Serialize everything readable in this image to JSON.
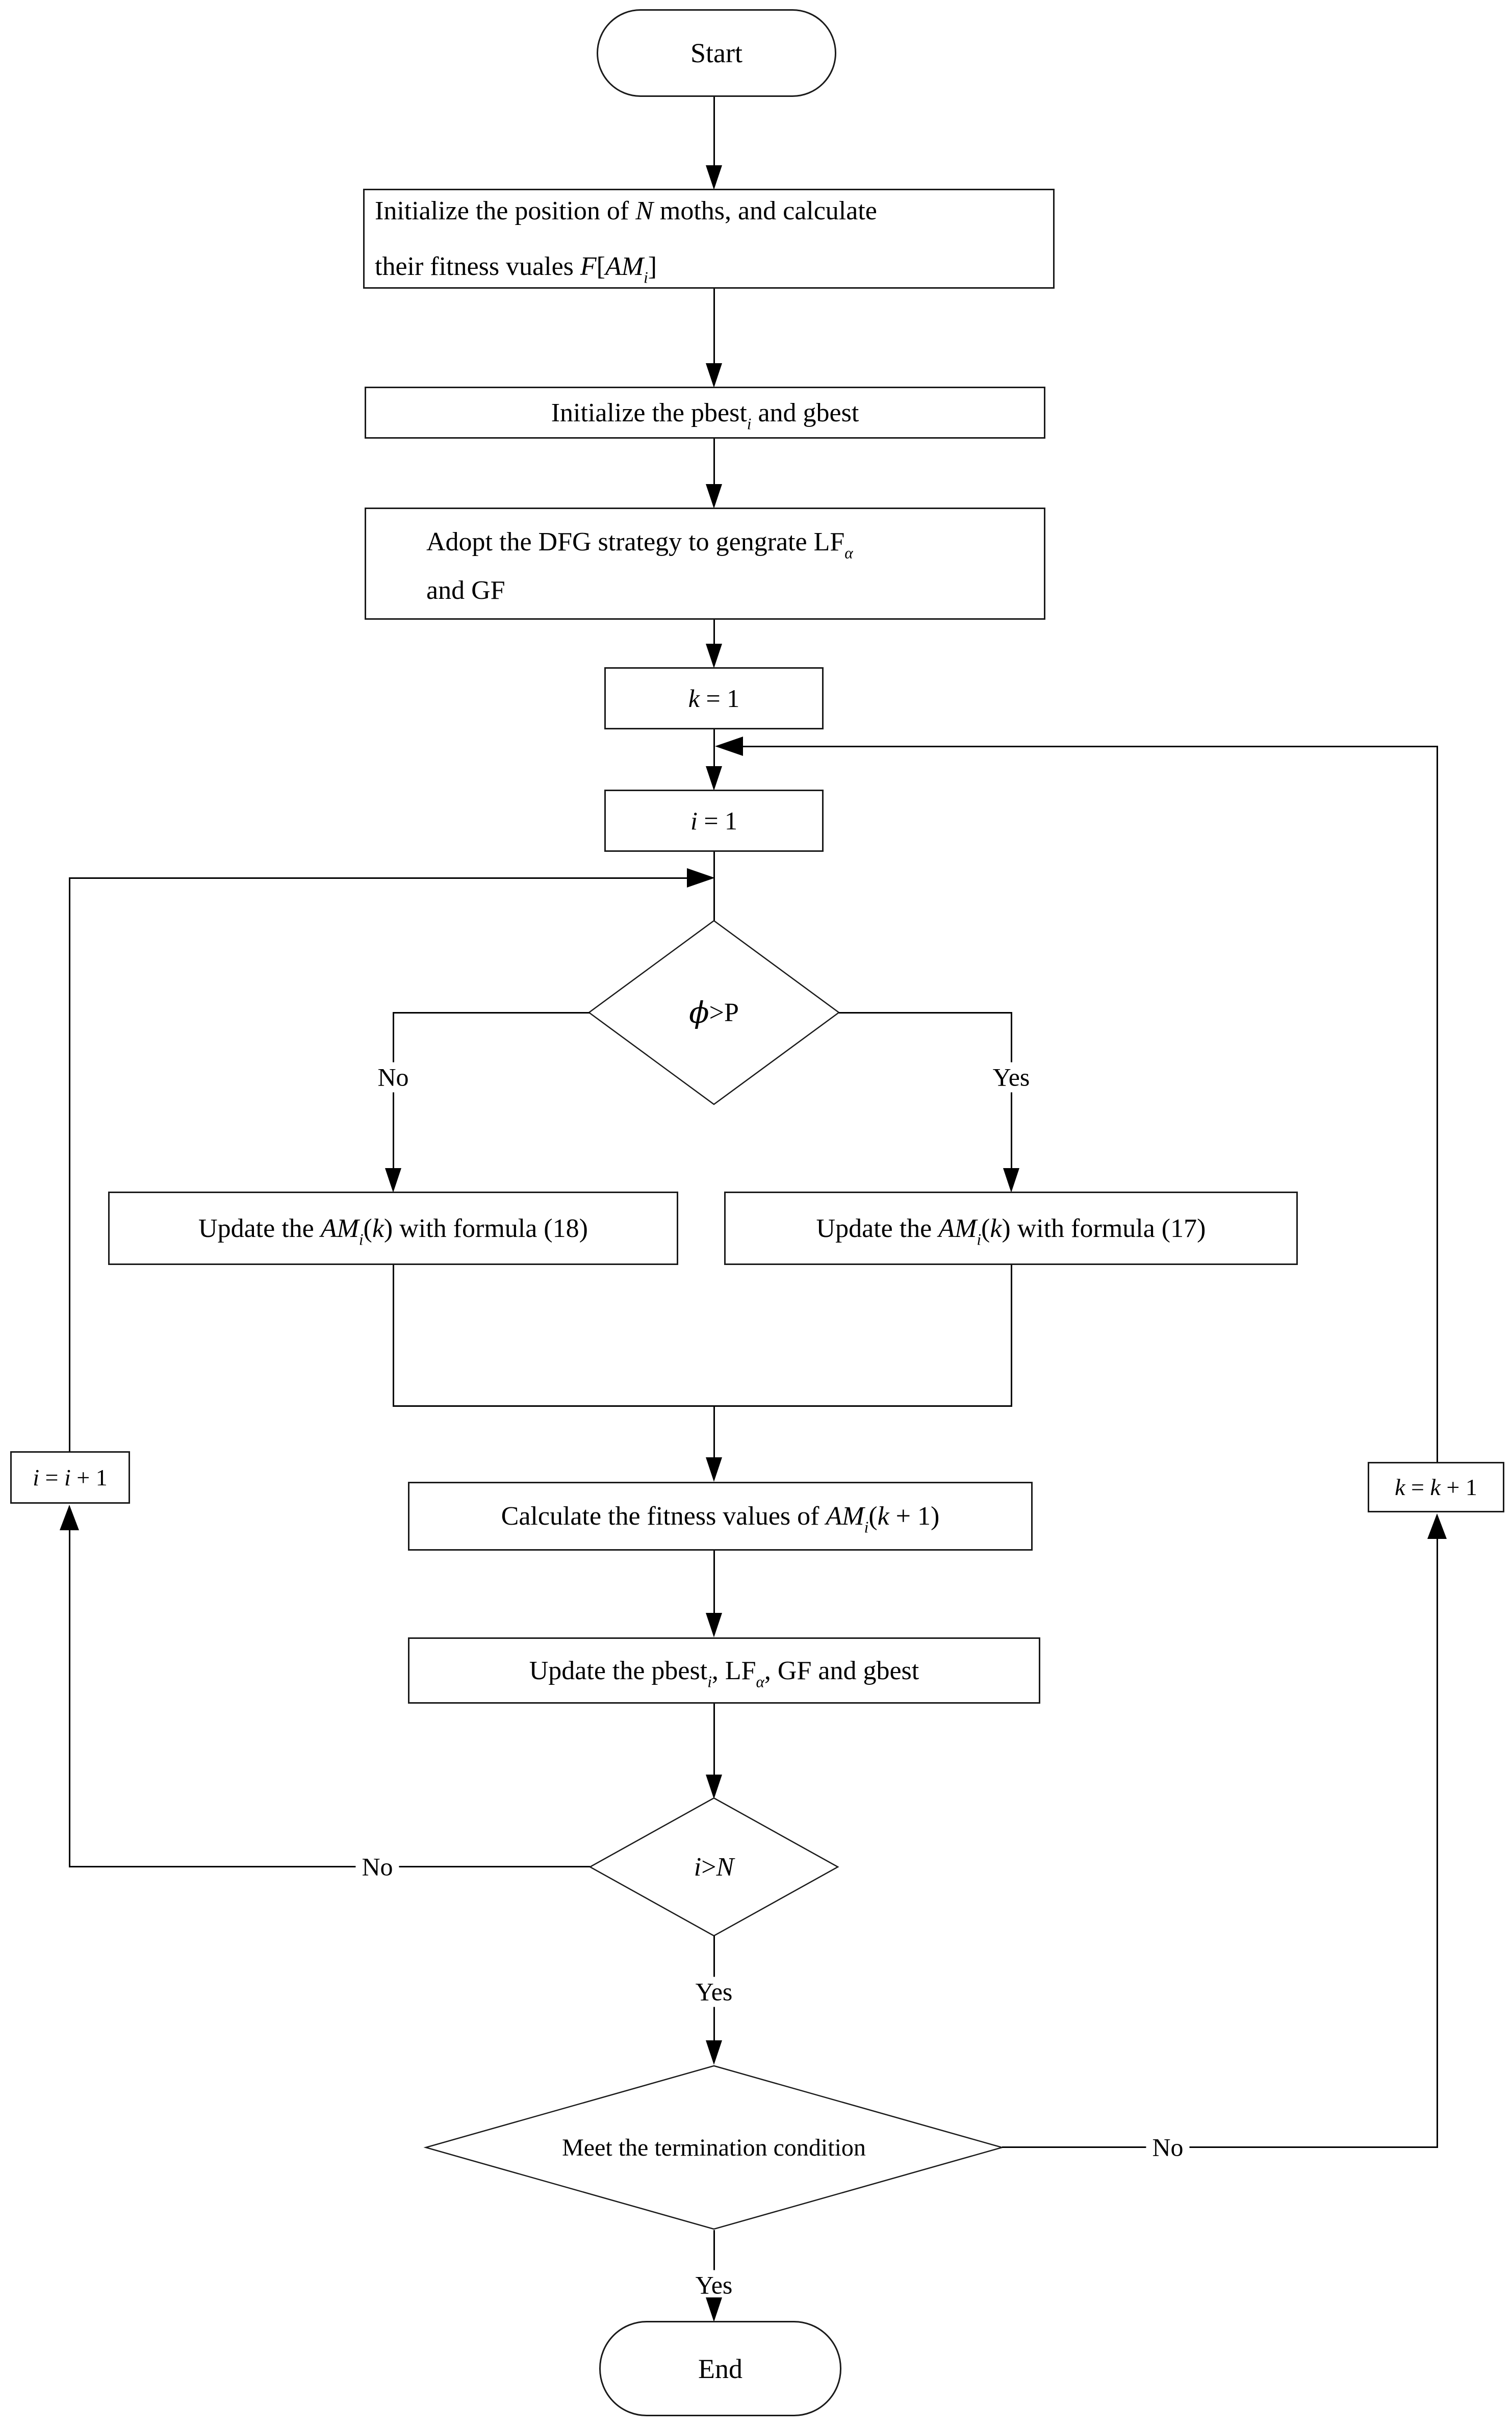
{
  "page": {
    "background": "#ffffff",
    "ink": "#000000"
  },
  "nodes": {
    "start": {
      "label": "Start"
    },
    "end": {
      "label": "End"
    },
    "init_positions": {
      "line1_a": "Initialize the position of ",
      "line1_var": "N",
      "line1_b": " moths, and calculate",
      "line2_a": "their fitness vuales ",
      "line2_var1": "F",
      "line2_b": "[",
      "line2_var2": "AM",
      "line2_sub": "i",
      "line2_c": "]"
    },
    "init_pbest": {
      "a": "Initialize the pbest",
      "sub_i": "i",
      "b": " and gbest"
    },
    "dfg_strategy": {
      "line1": "Adopt the DFG strategy to gengrate LF",
      "sub_alpha": "α",
      "line2": "and GF"
    },
    "k_init": {
      "var": "k",
      "rest": " = 1"
    },
    "i_init": {
      "var": "i",
      "rest": " = 1"
    },
    "phi_decision": {
      "var": "ϕ",
      "rest": ">P"
    },
    "update_formula18": {
      "a": "Update the ",
      "var1": "AM",
      "sub": "i",
      "b": "(",
      "var2": "k",
      "c": ") with formula (18)"
    },
    "update_formula17": {
      "a": "Update the ",
      "var1": "AM",
      "sub": "i",
      "b": "(",
      "var2": "k",
      "c": ") with formula (17)"
    },
    "calc_fitness": {
      "a": "Calculate the fitness values of ",
      "var1": "AM",
      "sub": "i",
      "b": "(",
      "var2": "k",
      "c": " + 1)"
    },
    "update_best": {
      "a": "Update the pbest",
      "sub_i": "i",
      "b": ", LF",
      "sub_alpha": "α",
      "c": ", GF and gbest"
    },
    "i_gt_n": {
      "var1": "i",
      "op": " > ",
      "var2": "N"
    },
    "termination": {
      "label": "Meet the termination condition"
    },
    "i_increment": {
      "var1": "i",
      "op": " = ",
      "var2": "i",
      "rest": " + 1"
    },
    "k_increment": {
      "var1": "k",
      "op": " = ",
      "var2": "k",
      "rest": " + 1"
    }
  },
  "edge_labels": {
    "phi_no": "No",
    "phi_yes": "Yes",
    "i_gt_n_no": "No",
    "i_gt_n_yes": "Yes",
    "termination_no": "No",
    "termination_yes": "Yes"
  }
}
